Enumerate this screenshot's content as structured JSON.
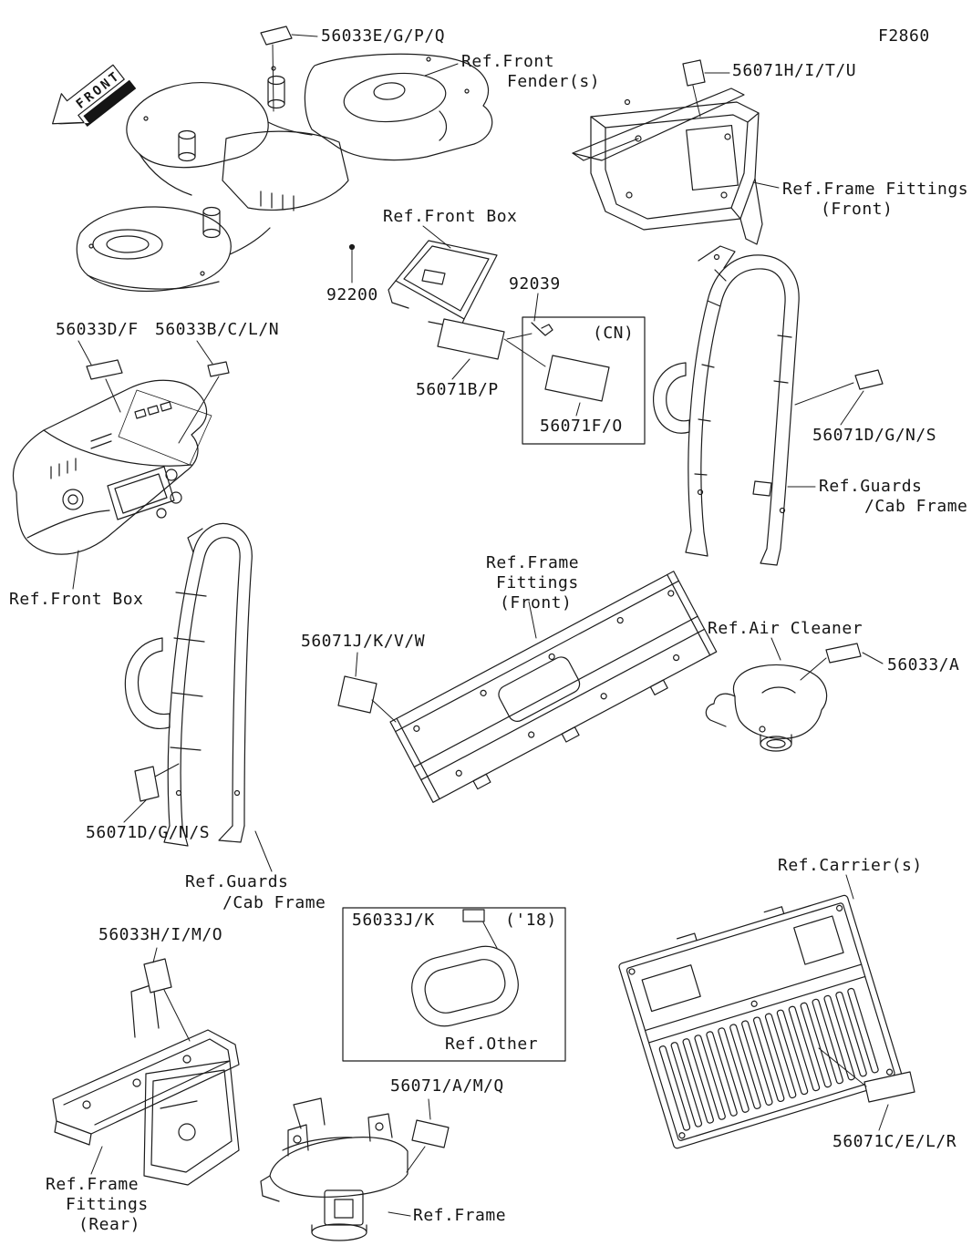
{
  "figure": {
    "code": "F2860",
    "front_arrow_text": "FRONT"
  },
  "part_numbers": {
    "p56033egpq": "56033E/G/P/Q",
    "p56071hitu": "56071H/I/T/U",
    "p92200": "92200",
    "p92039": "92039",
    "p56071bp": "56071B/P",
    "p56071fo": "56071F/O",
    "p56033df": "56033D/F",
    "p56033bcln": "56033B/C/L/N",
    "p56071dgns_right": "56071D/G/N/S",
    "p56071jkvw": "56071J/K/V/W",
    "p56033a": "56033/A",
    "p56071dgns_left": "56071D/G/N/S",
    "p56033himo": "56033H/I/M/O",
    "p56033jk": "56033J/K",
    "p56071amq": "56071/A/M/Q",
    "p56071celr": "56071C/E/L/R"
  },
  "annotations": {
    "cn": "(CN)",
    "year_2018": "('18)"
  },
  "references": {
    "front_fender_line1": "Ref.Front",
    "front_fender_line2": "Fender(s)",
    "frame_fittings_front_right_line1": "Ref.Frame Fittings",
    "frame_fittings_front_right_line2": "(Front)",
    "front_box_top": "Ref.Front Box",
    "front_box_left": "Ref.Front Box",
    "guards_right_line1": "Ref.Guards",
    "guards_right_line2": "/Cab Frame",
    "frame_fittings_front_center_line1": "Ref.Frame",
    "frame_fittings_front_center_line2": "Fittings",
    "frame_fittings_front_center_line3": "(Front)",
    "air_cleaner": "Ref.Air Cleaner",
    "guards_left_line1": "Ref.Guards",
    "guards_left_line2": "/Cab Frame",
    "other": "Ref.Other",
    "carriers": "Ref.Carrier(s)",
    "frame_fittings_rear_line1": "Ref.Frame",
    "frame_fittings_rear_line2": "Fittings",
    "frame_fittings_rear_line3": "(Rear)",
    "frame": "Ref.Frame"
  }
}
